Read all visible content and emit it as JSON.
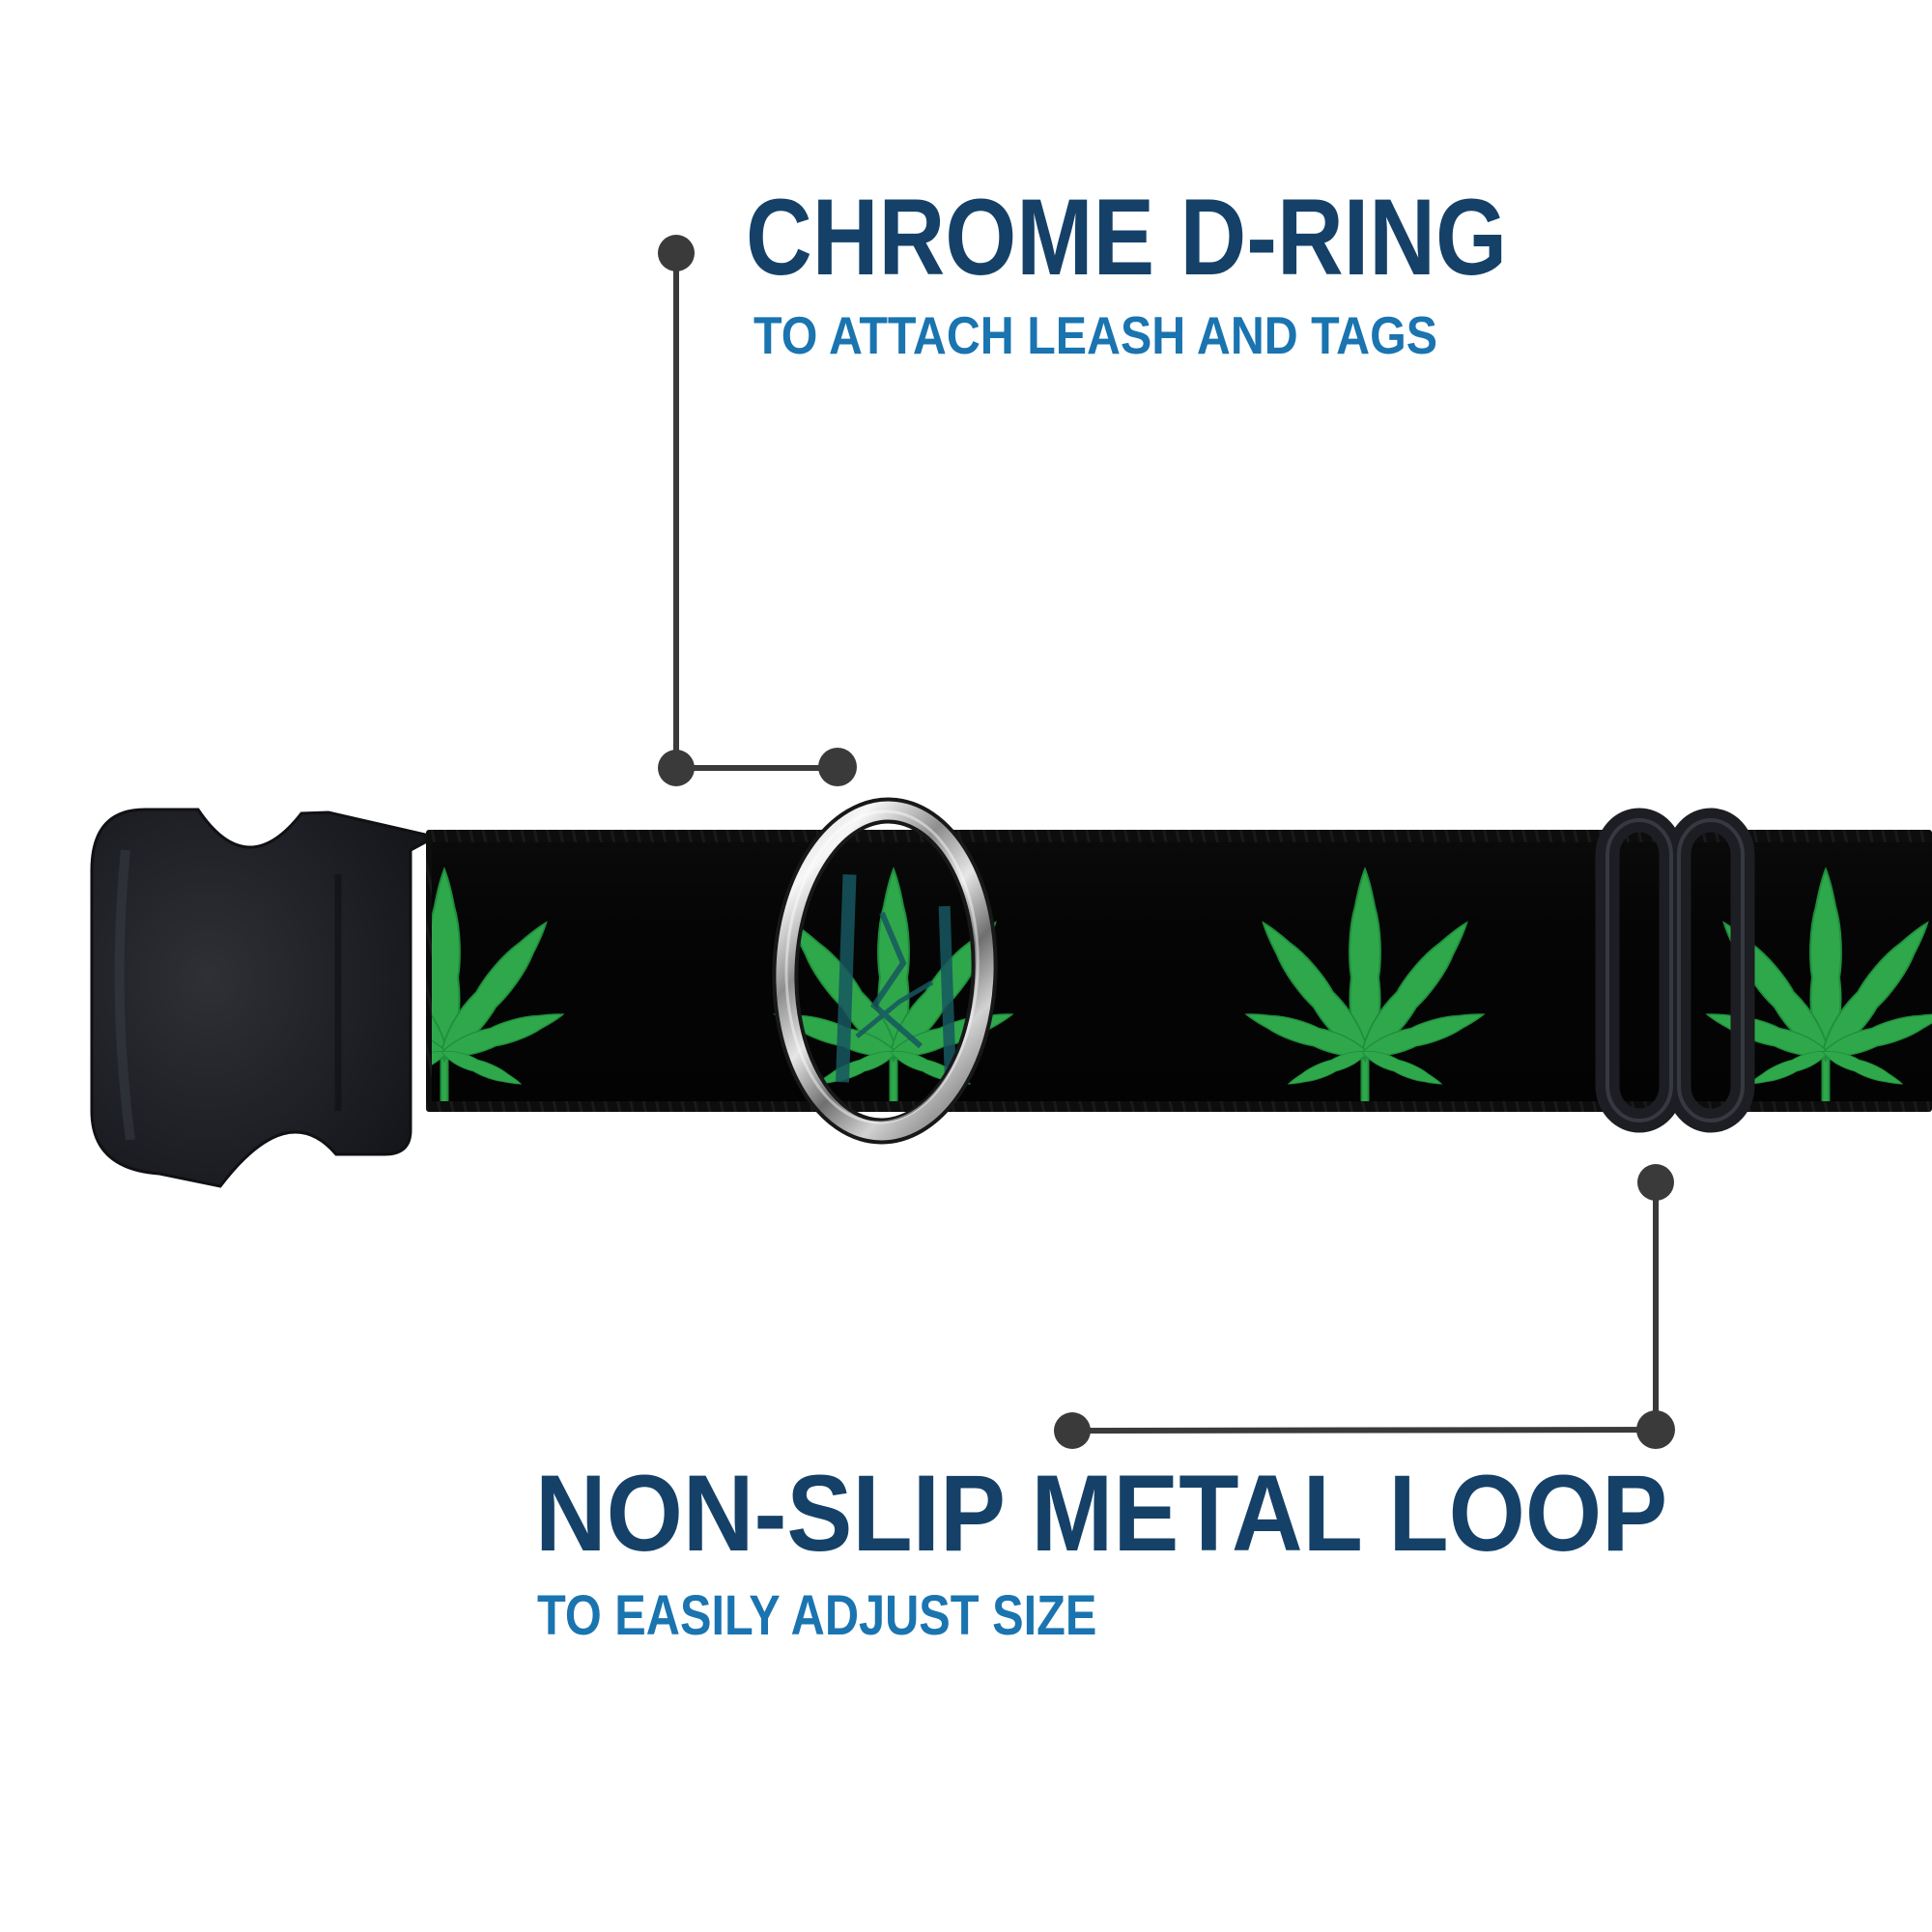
{
  "annotations": {
    "top": {
      "title": "CHROME D-RING",
      "subtitle": "TO ATTACH LEASH AND TAGS",
      "points_to": "chrome-d-ring"
    },
    "bottom": {
      "title": "NON-SLIP METAL LOOP",
      "subtitle": "TO EASILY ADJUST SIZE",
      "points_to": "metal-slider-loop"
    }
  },
  "product": {
    "item": "adjustable-collar-strap",
    "strap_pattern": "green-cannabis-leaves-on-black",
    "visible_leaf_count": 4,
    "visible_parts": [
      "side-release-buckle",
      "strap-webbing",
      "printed-strap-panel",
      "chrome-d-ring",
      "metal-slider-loop"
    ]
  },
  "colors": {
    "heading_color": "#154168",
    "subtitle_color": "#1a74b0",
    "callout_color": "#3a3a3a",
    "leaf_green": "#2fa84b",
    "leaf_green_edge": "#1f8f3c",
    "leaf_streak_teal": "#17575f",
    "strap_color": "#050505",
    "webbing_color": "#0d0d0d",
    "plastic_black": "#1b1c21",
    "chrome_light": "#f7f7f7",
    "chrome_dark": "#6f6f6f",
    "background": "#ffffff"
  }
}
